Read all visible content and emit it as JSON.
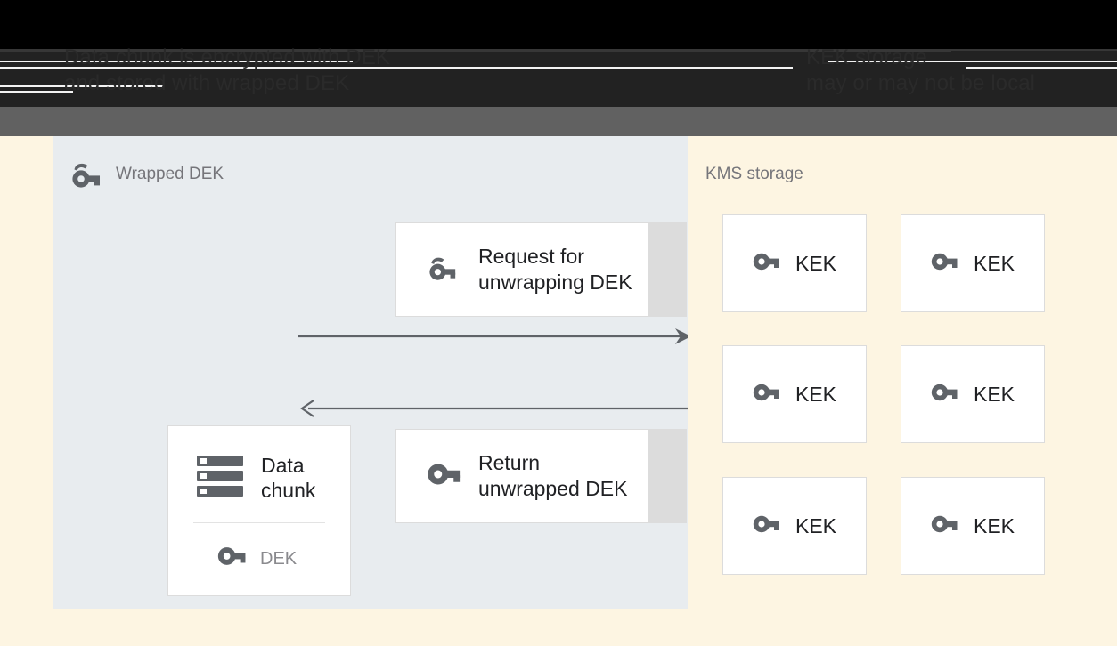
{
  "header": {
    "left_text": "Data chunk is encrypted with DEK\nand stored with wrapped DEK",
    "right_text": "KEK storage\nmay or may not be local"
  },
  "left_panel": {
    "title": "Wrapped DEK",
    "title_icon": "wrapped-key-icon",
    "background": "#e8ecef",
    "data_card": {
      "icon": "storage-chunk-icon",
      "label": "Data\nchunk",
      "key_icon": "key-icon",
      "key_label": "DEK"
    },
    "messages": [
      {
        "icon": "wrapped-key-icon",
        "label": "Request for\nunwrapping DEK"
      },
      {
        "icon": "key-icon",
        "label": "Return\nunwrapped DEK"
      }
    ],
    "arrows": [
      {
        "name": "request-arrow",
        "direction": "right"
      },
      {
        "name": "return-arrow",
        "direction": "left"
      }
    ]
  },
  "right_panel": {
    "title": "KMS storage",
    "background": "#fdf5e2",
    "keys": [
      {
        "icon": "key-icon",
        "label": "KEK"
      },
      {
        "icon": "key-icon",
        "label": "KEK"
      },
      {
        "icon": "key-icon",
        "label": "KEK"
      },
      {
        "icon": "key-icon",
        "label": "KEK"
      },
      {
        "icon": "key-icon",
        "label": "KEK"
      },
      {
        "icon": "key-icon",
        "label": "KEK"
      }
    ]
  },
  "colors": {
    "page_background": "#fdf5e2",
    "left_panel": "#e8ecef",
    "card_border": "#dcdcdc",
    "icon": "#5f6368",
    "text": "#202124",
    "muted_text": "#75757a",
    "arrow": "#5f6368",
    "chrome_black": "#000000",
    "chrome_dark": "#222222",
    "chrome_gray": "#616161"
  }
}
